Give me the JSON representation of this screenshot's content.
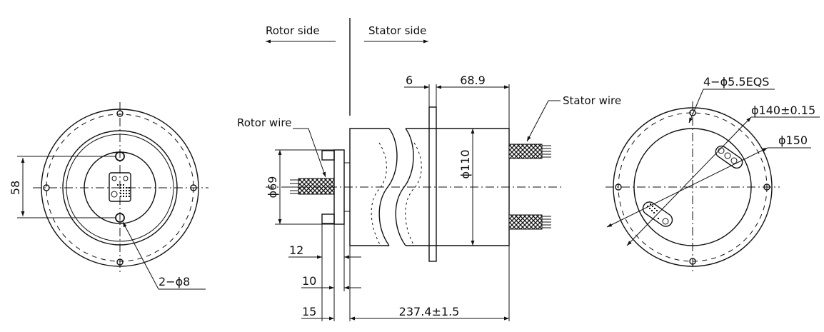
{
  "labels": {
    "rotor_side": "Rotor side",
    "stator_side": "Stator side",
    "rotor_wire": "Rotor wire",
    "stator_wire": "Stator wire"
  },
  "left_view": {
    "dim_58": "58",
    "dim_holes": "2−ϕ8"
  },
  "side_view": {
    "dim_6": "6",
    "dim_68_9": "68.9",
    "dim_phi110": "ϕ110",
    "dim_phi69": "ϕ69",
    "dim_12": "12",
    "dim_10": "10",
    "dim_15": "15",
    "dim_total": "237.4±1.5"
  },
  "right_view": {
    "dim_holes": "4−ϕ5.5EQS",
    "dim_phi140": "ϕ140±0.15",
    "dim_phi150": "ϕ150"
  },
  "colors": {
    "line": "#111111",
    "background": "#ffffff"
  }
}
